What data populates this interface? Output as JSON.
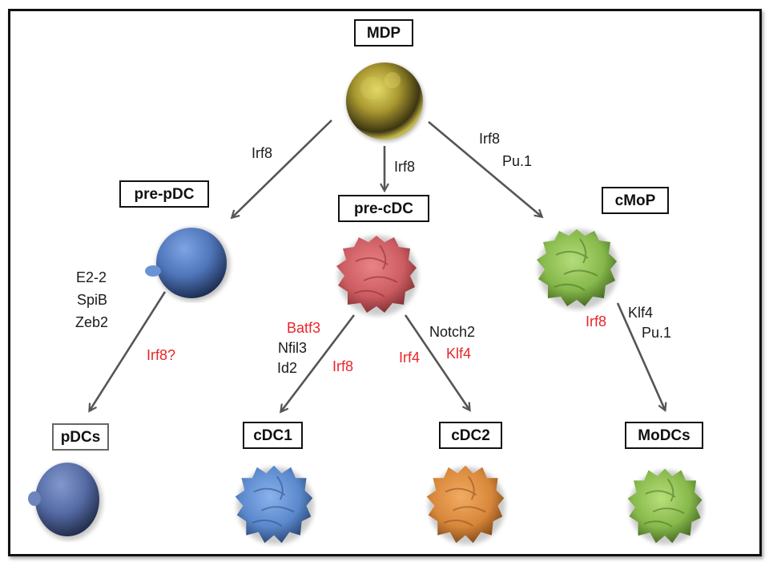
{
  "diagram": {
    "title": "Dendritic cell lineage differentiation",
    "colors": {
      "regulator_black": "#1a1a1a",
      "regulator_red": "#e8262a",
      "arrow": "#555555",
      "mdp_cell": "#b8ab3a",
      "pre_pdc_cell": "#5b85c9",
      "pre_cdc_cell": "#d46468",
      "cmop_cell": "#8fbf4f",
      "pdc_cell": "#5d74b0",
      "cdc1_cell": "#5f8ed3",
      "cdc2_cell": "#dd8a3a",
      "modc_cell": "#8dbf4d"
    },
    "nodes": {
      "mdp": {
        "label": "MDP",
        "cell": "round-cell"
      },
      "pre_pdc": {
        "label": "pre-pDC",
        "cell": "round-cell-with-bleb"
      },
      "pre_cdc": {
        "label": "pre-cDC",
        "cell": "ruffled-cell"
      },
      "cmop": {
        "label": "cMoP",
        "cell": "ruffled-cell"
      },
      "pdcs": {
        "label": "pDCs",
        "cell": "round-cell-with-bleb"
      },
      "cdc1": {
        "label": "cDC1",
        "cell": "ruffled-cell"
      },
      "cdc2": {
        "label": "cDC2",
        "cell": "ruffled-cell"
      },
      "modcs": {
        "label": "MoDCs",
        "cell": "ruffled-cell"
      }
    },
    "edges": [
      {
        "from": "MDP",
        "to": "pre-pDC",
        "regulators": [
          {
            "text": "Irf8",
            "color": "black"
          }
        ]
      },
      {
        "from": "MDP",
        "to": "pre-cDC",
        "regulators": [
          {
            "text": "Irf8",
            "color": "black"
          }
        ]
      },
      {
        "from": "MDP",
        "to": "cMoP",
        "regulators": [
          {
            "text": "Irf8",
            "color": "black"
          },
          {
            "text": "Pu.1",
            "color": "black"
          }
        ]
      },
      {
        "from": "pre-pDC",
        "to": "pDCs",
        "regulators": [
          {
            "text": "E2-2",
            "color": "black"
          },
          {
            "text": "SpiB",
            "color": "black"
          },
          {
            "text": "Zeb2",
            "color": "black"
          },
          {
            "text": "Irf8?",
            "color": "red"
          }
        ]
      },
      {
        "from": "pre-cDC",
        "to": "cDC1",
        "regulators": [
          {
            "text": "Batf3",
            "color": "red"
          },
          {
            "text": "Nfil3",
            "color": "black"
          },
          {
            "text": "Id2",
            "color": "black"
          },
          {
            "text": "Irf8",
            "color": "red"
          }
        ]
      },
      {
        "from": "pre-cDC",
        "to": "cDC2",
        "regulators": [
          {
            "text": "Notch2",
            "color": "black"
          },
          {
            "text": "Klf4",
            "color": "red"
          },
          {
            "text": "Irf4",
            "color": "red"
          }
        ]
      },
      {
        "from": "cMoP",
        "to": "MoDCs",
        "regulators": [
          {
            "text": "Irf8",
            "color": "red"
          },
          {
            "text": "Klf4",
            "color": "black"
          },
          {
            "text": "Pu.1",
            "color": "black"
          }
        ]
      }
    ]
  }
}
